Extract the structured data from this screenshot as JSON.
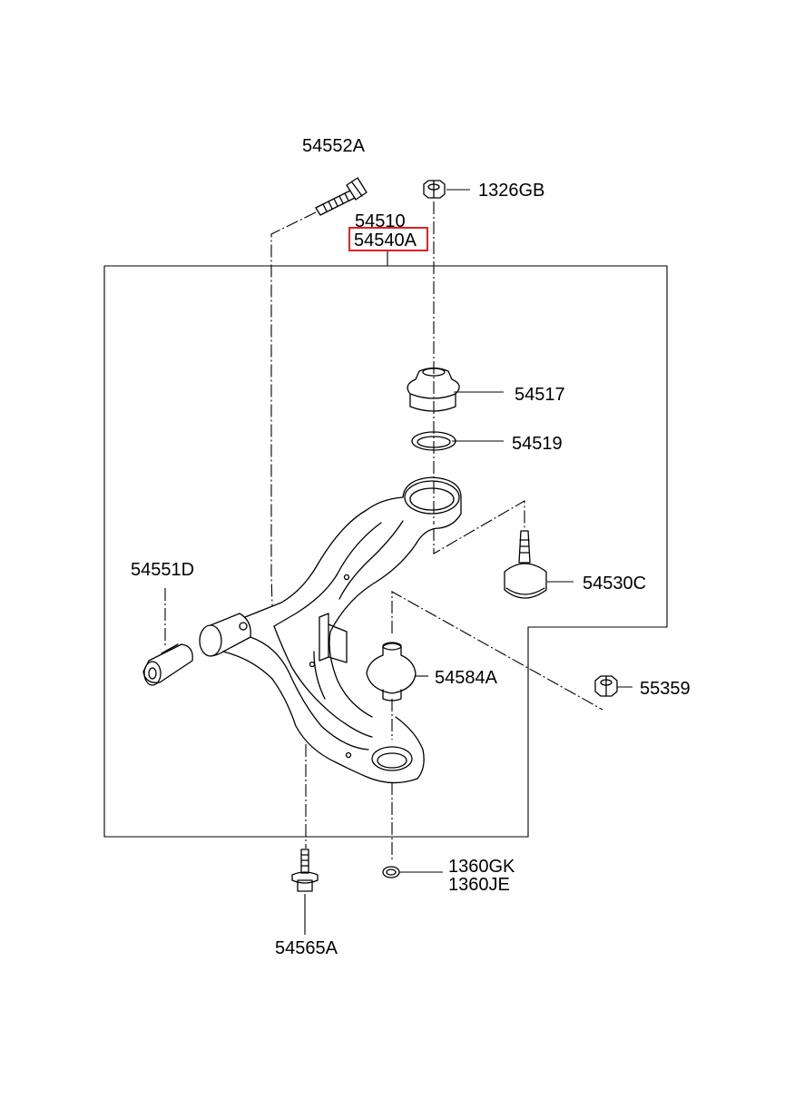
{
  "labels": {
    "p54552A": "54552A",
    "p1326GB": "1326GB",
    "p54510": "54510",
    "p54540A": "54540A",
    "p54517": "54517",
    "p54519": "54519",
    "p54530C": "54530C",
    "p54551D": "54551D",
    "p54584A": "54584A",
    "p55359": "55359",
    "p1360GK": "1360GK",
    "p1360JE": "1360JE",
    "p54565A": "54565A"
  },
  "highlight": {
    "part": "54540A",
    "color": "#e31e24"
  }
}
